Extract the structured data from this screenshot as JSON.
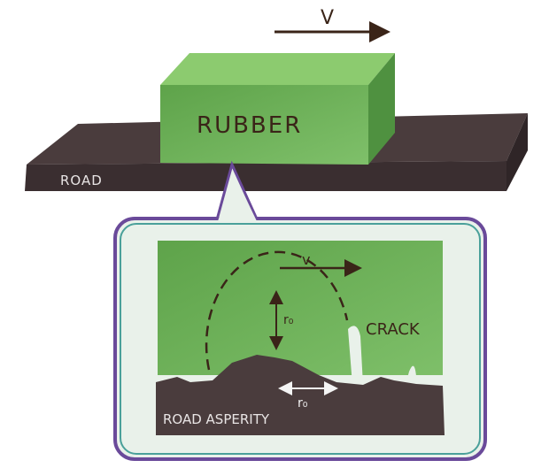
{
  "labels": {
    "velocity_top": "V",
    "rubber": "RUBBER",
    "road": "ROAD",
    "velocity_inset": "v",
    "radius_vertical": "r₀",
    "crack": "CRACK",
    "radius_horizontal": "r₀",
    "road_asperity": "ROAD ASPERITY"
  },
  "colors": {
    "rubber": "#6fb158",
    "rubber_dark": "#4f9140",
    "road": "#4a3c3d",
    "road_side": "#3a2e30",
    "ink": "#3a2418",
    "callout_border": "#6a4a9a",
    "callout_fill": "#e9f1ea"
  }
}
